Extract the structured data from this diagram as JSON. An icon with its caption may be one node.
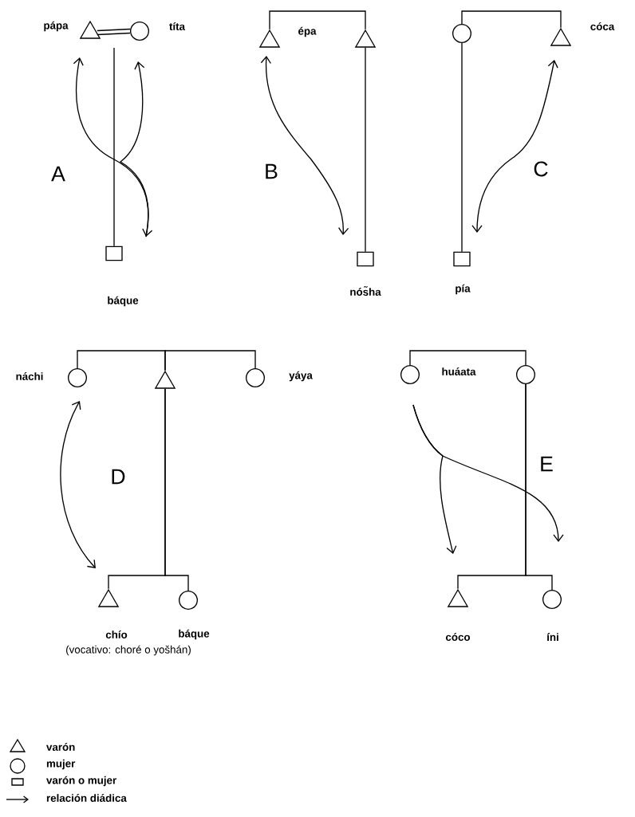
{
  "diagram": {
    "nodes": [
      {
        "text": [],
        "shape": "triangle",
        "beside": [
          "pápa"
        ]
      },
      {
        "text": [],
        "shape": "circle",
        "beside": [
          "títa"
        ]
      },
      {
        "text": [],
        "shape": "box",
        "beside": [
          "báque"
        ]
      },
      {
        "text": [],
        "shape": "triangle",
        "beside": [
          "épa"
        ]
      },
      {
        "text": [],
        "shape": "triangle"
      },
      {
        "text": [],
        "shape": "box",
        "beside": [
          "nós̃ha"
        ]
      },
      {
        "text": [],
        "shape": "circle"
      },
      {
        "text": [],
        "shape": "triangle",
        "beside": [
          "cóca"
        ]
      },
      {
        "text": [],
        "shape": "box",
        "beside": [
          "pía"
        ]
      },
      {
        "text": [],
        "shape": "circle",
        "beside": [
          "náchi"
        ]
      },
      {
        "text": [],
        "shape": "triangle"
      },
      {
        "text": [],
        "shape": "circle",
        "beside": [
          "yáya"
        ]
      },
      {
        "text": [],
        "shape": "triangle",
        "beside": [
          "chío"
        ]
      },
      {
        "text": [],
        "shape": "circle",
        "beside": [
          "báque"
        ]
      },
      {
        "text": [],
        "shape": "circle",
        "beside": [
          "huáata"
        ]
      },
      {
        "text": [],
        "shape": "circle"
      },
      {
        "text": [],
        "shape": "triangle",
        "beside": [
          "cóco"
        ]
      },
      {
        "text": [],
        "shape": "circle",
        "beside": [
          "íni"
        ]
      }
    ],
    "edges": [
      {
        "from": 0,
        "to": 1,
        "arrow": "none"
      },
      {
        "from": null,
        "to": 2,
        "arrow": "none"
      },
      {
        "from": 0,
        "to": 2,
        "arrow": "both"
      },
      {
        "from": 2,
        "to": 1,
        "arrow": "to"
      },
      {
        "from": 3,
        "to": 4,
        "arrow": "none"
      },
      {
        "from": 4,
        "to": 5,
        "arrow": "none"
      },
      {
        "from": 3,
        "to": 5,
        "arrow": "both"
      },
      {
        "from": 6,
        "to": 7,
        "arrow": "none"
      },
      {
        "from": 6,
        "to": 8,
        "arrow": "none"
      },
      {
        "from": 7,
        "to": 8,
        "arrow": "both"
      },
      {
        "from": 9,
        "to": 10,
        "arrow": "none"
      },
      {
        "from": 10,
        "to": 11,
        "arrow": "none"
      },
      {
        "from": 10,
        "to": 12,
        "arrow": "none"
      },
      {
        "from": 10,
        "to": 13,
        "arrow": "none"
      },
      {
        "from": 9,
        "to": 12,
        "arrow": "both"
      },
      {
        "from": 14,
        "to": 15,
        "arrow": "none"
      },
      {
        "from": 15,
        "to": 16,
        "arrow": "none"
      },
      {
        "from": 15,
        "to": 17,
        "arrow": "none"
      },
      {
        "from": 14,
        "to": 16,
        "arrow": "to"
      },
      {
        "from": 14,
        "to": 17,
        "arrow": "to"
      }
    ],
    "labels": [
      "A",
      "B",
      "C",
      "D",
      "E",
      "(vocativo: choré o yošhán)"
    ],
    "legend": [
      {
        "text": "varón"
      },
      {
        "text": "mujer"
      },
      {
        "text": "varón o mujer"
      },
      {
        "text": "relación diádica"
      }
    ]
  }
}
